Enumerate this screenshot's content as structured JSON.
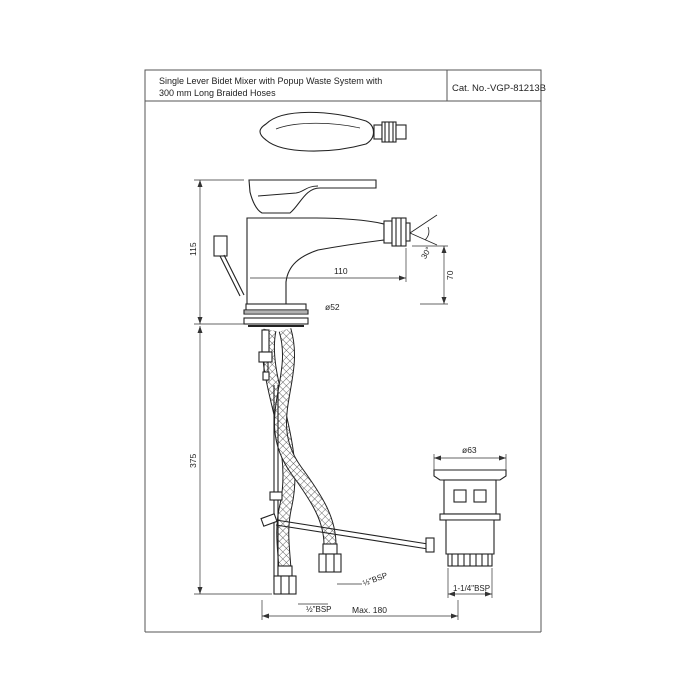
{
  "header": {
    "title_line1": "Single Lever Bidet Mixer with Popup Waste System with",
    "title_line2": "300 mm Long Braided Hoses",
    "cat_no": "Cat. No.-VGP-81213B"
  },
  "dimensions": {
    "height_115": "115",
    "reach_110": "110",
    "height_70": "70",
    "angle_30": "30°",
    "dia_52": "ø52",
    "hose_375": "375",
    "waste_dia_63": "ø63",
    "bsp_half_a": "½\"BSP",
    "bsp_half_b": "½\"BSP",
    "bsp_waste": "1-1/4\"BSP",
    "max_180": "Max. 180"
  }
}
